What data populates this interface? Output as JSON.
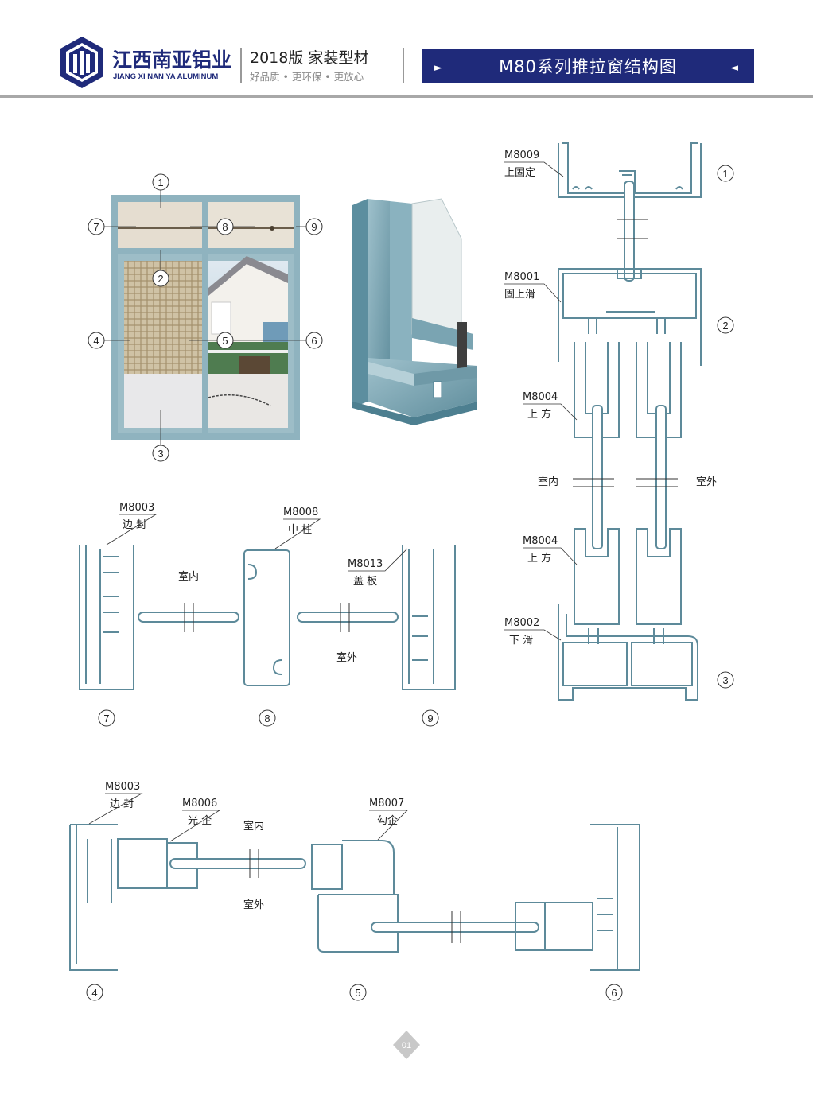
{
  "header": {
    "brand_cn": "江西南亚铝业",
    "brand_en": "JIANG XI NAN YA ALUMINUM",
    "edition": "2018版  家装型材",
    "slogan": "好品质 • 更环保 • 更放心",
    "title": "M80系列推拉窗结构图",
    "arrow_left": "►",
    "arrow_right": "◄"
  },
  "colors": {
    "navy": "#1f2a7a",
    "frame": "#7fa7b5",
    "frame_light": "#a9c6cf",
    "line": "#333333",
    "gray_rule": "#9a9a9a",
    "page_badge": "#c8c8c8"
  },
  "callouts": {
    "n1": "1",
    "n2": "2",
    "n3": "3",
    "n4": "4",
    "n5": "5",
    "n6": "6",
    "n7": "7",
    "n8": "8",
    "n9": "9"
  },
  "labels": {
    "m8009_code": "M8009",
    "m8009_name": "上固定",
    "m8001_code": "M8001",
    "m8001_name": "固上滑",
    "m8004a_code": "M8004",
    "m8004a_name": "上 方",
    "m8004b_code": "M8004",
    "m8004b_name": "上 方",
    "m8002_code": "M8002",
    "m8002_name": "下 滑",
    "m8003a_code": "M8003",
    "m8003a_name": "边 封",
    "m8008_code": "M8008",
    "m8008_name": "中 柱",
    "m8013_code": "M8013",
    "m8013_name": "盖 板",
    "m8003b_code": "M8003",
    "m8003b_name": "边 封",
    "m8006_code": "M8006",
    "m8006_name": "光 企",
    "m8007_code": "M8007",
    "m8007_name": "勾企",
    "indoor": "室内",
    "outdoor": "室外"
  },
  "page_number": "01"
}
